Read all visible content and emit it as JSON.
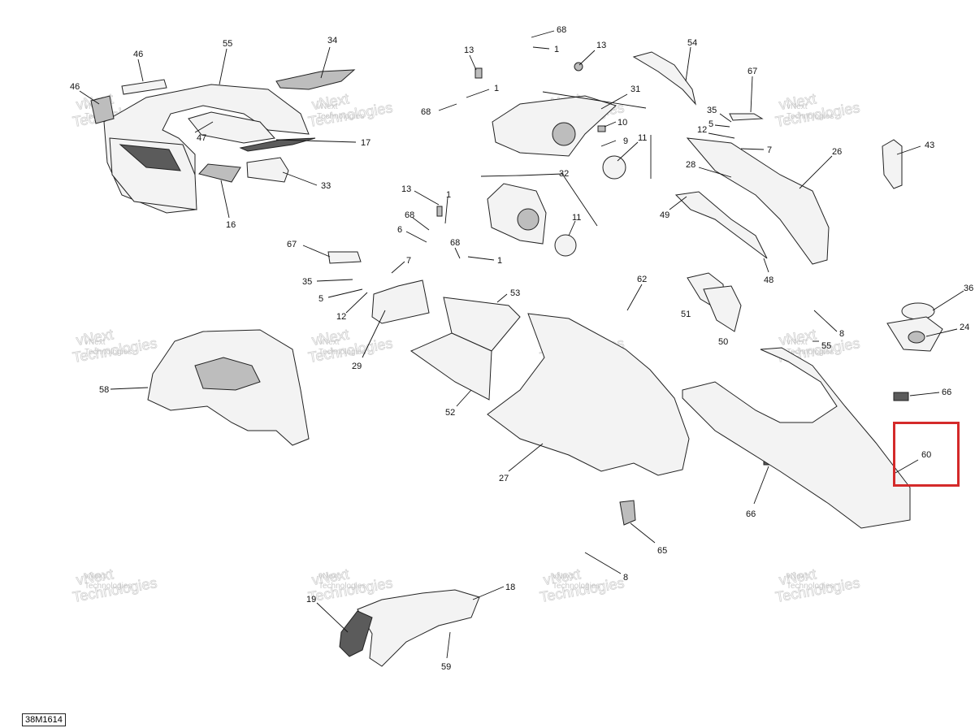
{
  "diagram": {
    "reference_code": "38M1614",
    "watermark_line1": "vNext",
    "watermark_line2": "Technologies",
    "highlight": {
      "target_label": "60",
      "color": "#d42a2a"
    },
    "callouts": [
      {
        "id": "c46a",
        "label": "46"
      },
      {
        "id": "c46b",
        "label": "46"
      },
      {
        "id": "c55",
        "label": "55"
      },
      {
        "id": "c34",
        "label": "34"
      },
      {
        "id": "c47",
        "label": "47"
      },
      {
        "id": "c17",
        "label": "17"
      },
      {
        "id": "c33",
        "label": "33"
      },
      {
        "id": "c16",
        "label": "16"
      },
      {
        "id": "c68a",
        "label": "68"
      },
      {
        "id": "c1a",
        "label": "1"
      },
      {
        "id": "c13a",
        "label": "13"
      },
      {
        "id": "c13b",
        "label": "13"
      },
      {
        "id": "c1b",
        "label": "1"
      },
      {
        "id": "c68b",
        "label": "68"
      },
      {
        "id": "c31",
        "label": "31"
      },
      {
        "id": "c10",
        "label": "10"
      },
      {
        "id": "c9",
        "label": "9"
      },
      {
        "id": "c11a",
        "label": "11"
      },
      {
        "id": "c54",
        "label": "54"
      },
      {
        "id": "c67a",
        "label": "67"
      },
      {
        "id": "c35a",
        "label": "35"
      },
      {
        "id": "c5a",
        "label": "5"
      },
      {
        "id": "c12a",
        "label": "12"
      },
      {
        "id": "c7a",
        "label": "7"
      },
      {
        "id": "c26",
        "label": "26"
      },
      {
        "id": "c43",
        "label": "43"
      },
      {
        "id": "c28",
        "label": "28"
      },
      {
        "id": "c49",
        "label": "49"
      },
      {
        "id": "c48",
        "label": "48"
      },
      {
        "id": "c32",
        "label": "32"
      },
      {
        "id": "c13c",
        "label": "13"
      },
      {
        "id": "c1c",
        "label": "1"
      },
      {
        "id": "c68c",
        "label": "68"
      },
      {
        "id": "c6",
        "label": "6"
      },
      {
        "id": "c68d",
        "label": "68"
      },
      {
        "id": "c1d",
        "label": "1"
      },
      {
        "id": "c11b",
        "label": "11"
      },
      {
        "id": "c67b",
        "label": "67"
      },
      {
        "id": "c7b",
        "label": "7"
      },
      {
        "id": "c35b",
        "label": "35"
      },
      {
        "id": "c5b",
        "label": "5"
      },
      {
        "id": "c12b",
        "label": "12"
      },
      {
        "id": "c62",
        "label": "62"
      },
      {
        "id": "c51",
        "label": "51"
      },
      {
        "id": "c50",
        "label": "50"
      },
      {
        "id": "c8a",
        "label": "8"
      },
      {
        "id": "c36",
        "label": "36"
      },
      {
        "id": "c24",
        "label": "24"
      },
      {
        "id": "c53",
        "label": "53"
      },
      {
        "id": "c29",
        "label": "29"
      },
      {
        "id": "c52",
        "label": "52"
      },
      {
        "id": "c58",
        "label": "58"
      },
      {
        "id": "c27",
        "label": "27"
      },
      {
        "id": "c55b",
        "label": "55"
      },
      {
        "id": "c66a",
        "label": "66"
      },
      {
        "id": "c60",
        "label": "60"
      },
      {
        "id": "c66b",
        "label": "66"
      },
      {
        "id": "c65",
        "label": "65"
      },
      {
        "id": "c8b",
        "label": "8"
      },
      {
        "id": "c19",
        "label": "19"
      },
      {
        "id": "c18",
        "label": "18"
      },
      {
        "id": "c59",
        "label": "59"
      }
    ]
  }
}
